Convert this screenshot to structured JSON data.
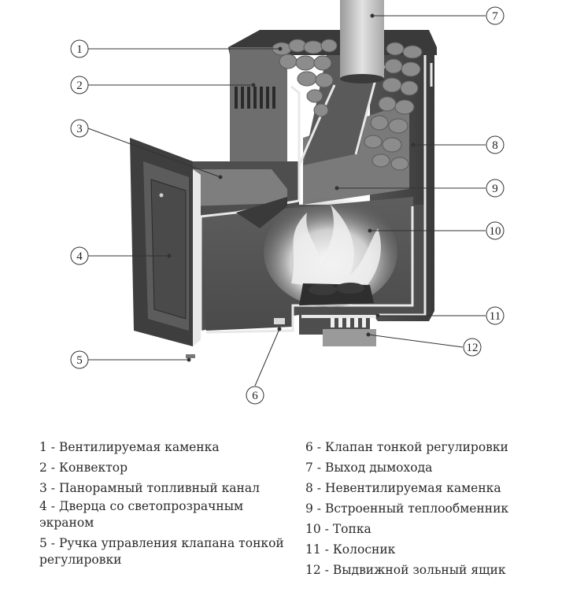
{
  "callouts": [
    {
      "num": "1"
    },
    {
      "num": "2"
    },
    {
      "num": "3"
    },
    {
      "num": "4"
    },
    {
      "num": "5"
    },
    {
      "num": "6"
    },
    {
      "num": "7"
    },
    {
      "num": "8"
    },
    {
      "num": "9"
    },
    {
      "num": "10"
    },
    {
      "num": "11"
    },
    {
      "num": "12"
    }
  ],
  "legend": {
    "left": [
      "1 - Вентилируемая каменка",
      "2 - Конвектор",
      "3 - Панорамный топливный канал",
      "4 - Дверца со светопрозрачным экраном",
      "5 - Ручка управления клапана тонкой регулировки"
    ],
    "right": [
      "6 - Клапан тонкой регулировки",
      "7 - Выход дымохода",
      "8 - Невентилируемая каменка",
      "9 - Встроенный теплообменник",
      "10 - Топка",
      "11 - Колосник",
      "12 - Выдвижной зольный ящик"
    ]
  },
  "colors": {
    "steel_dark": "#4a4a4a",
    "steel_mid": "#6b6b6b",
    "steel_light": "#9a9a9a",
    "cut_edge": "#e8e8e8",
    "stone": "#8c8c8c",
    "flame": "#f0f0f0",
    "line": "#333333"
  }
}
